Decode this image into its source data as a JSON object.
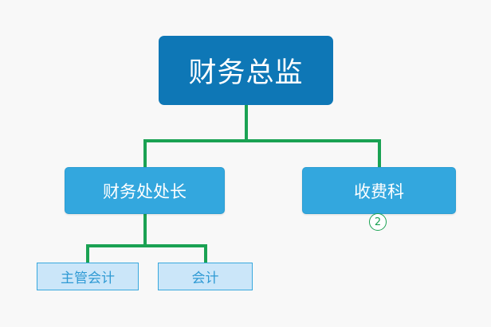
{
  "org_chart": {
    "top": {
      "label": "财务总监"
    },
    "level2": [
      {
        "label": "财务处处长",
        "children": [
          {
            "label": "主管会计"
          },
          {
            "label": "会计"
          }
        ]
      },
      {
        "label": "收费科",
        "badge": "2"
      }
    ]
  },
  "colors": {
    "top_node": "#0e77b6",
    "mid_node": "#33a7de",
    "leaf_fill": "#cbe6f9",
    "leaf_border": "#38a8de",
    "connector": "#1aa253",
    "background": "#f8f8f8"
  }
}
